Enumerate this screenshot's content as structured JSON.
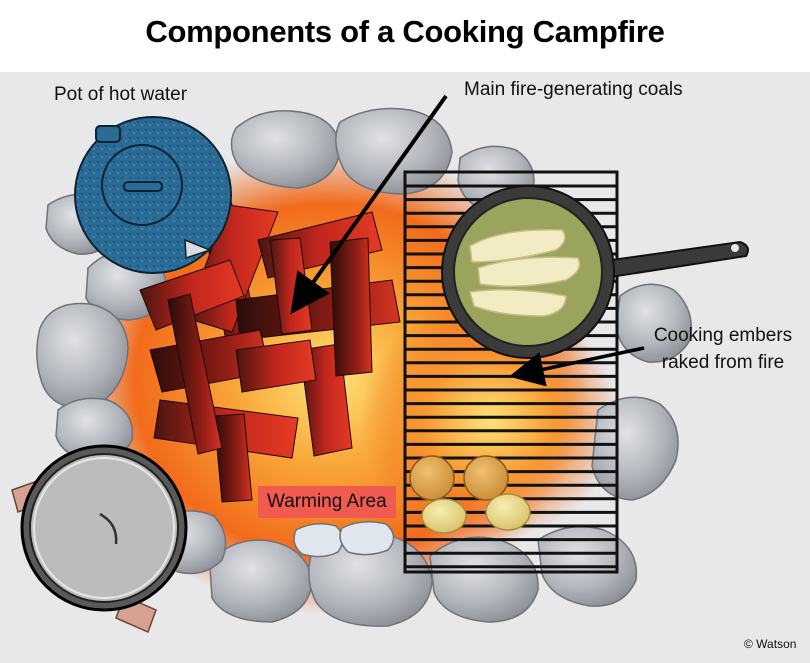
{
  "title": "Components of a Cooking Campfire",
  "labels": {
    "pot": "Pot of hot water",
    "coals": "Main fire-generating coals",
    "embers_line1": "Cooking embers",
    "embers_line2": "raked from fire",
    "warming": "Warming Area",
    "credit": "© Watson"
  },
  "colors": {
    "background": "#e8e8ea",
    "fire_core": "#f7c23a",
    "fire_outer": "#f26a1b",
    "rock": "#b9bcc2",
    "pot_blue": "#2a6c96",
    "warming_label_bg": "#f05a4f"
  },
  "icons": [
    "blue-kettle-icon",
    "frying-pan-icon",
    "cooking-pot-icon",
    "grill-grate-icon",
    "potato-icon",
    "arrow-icon"
  ]
}
